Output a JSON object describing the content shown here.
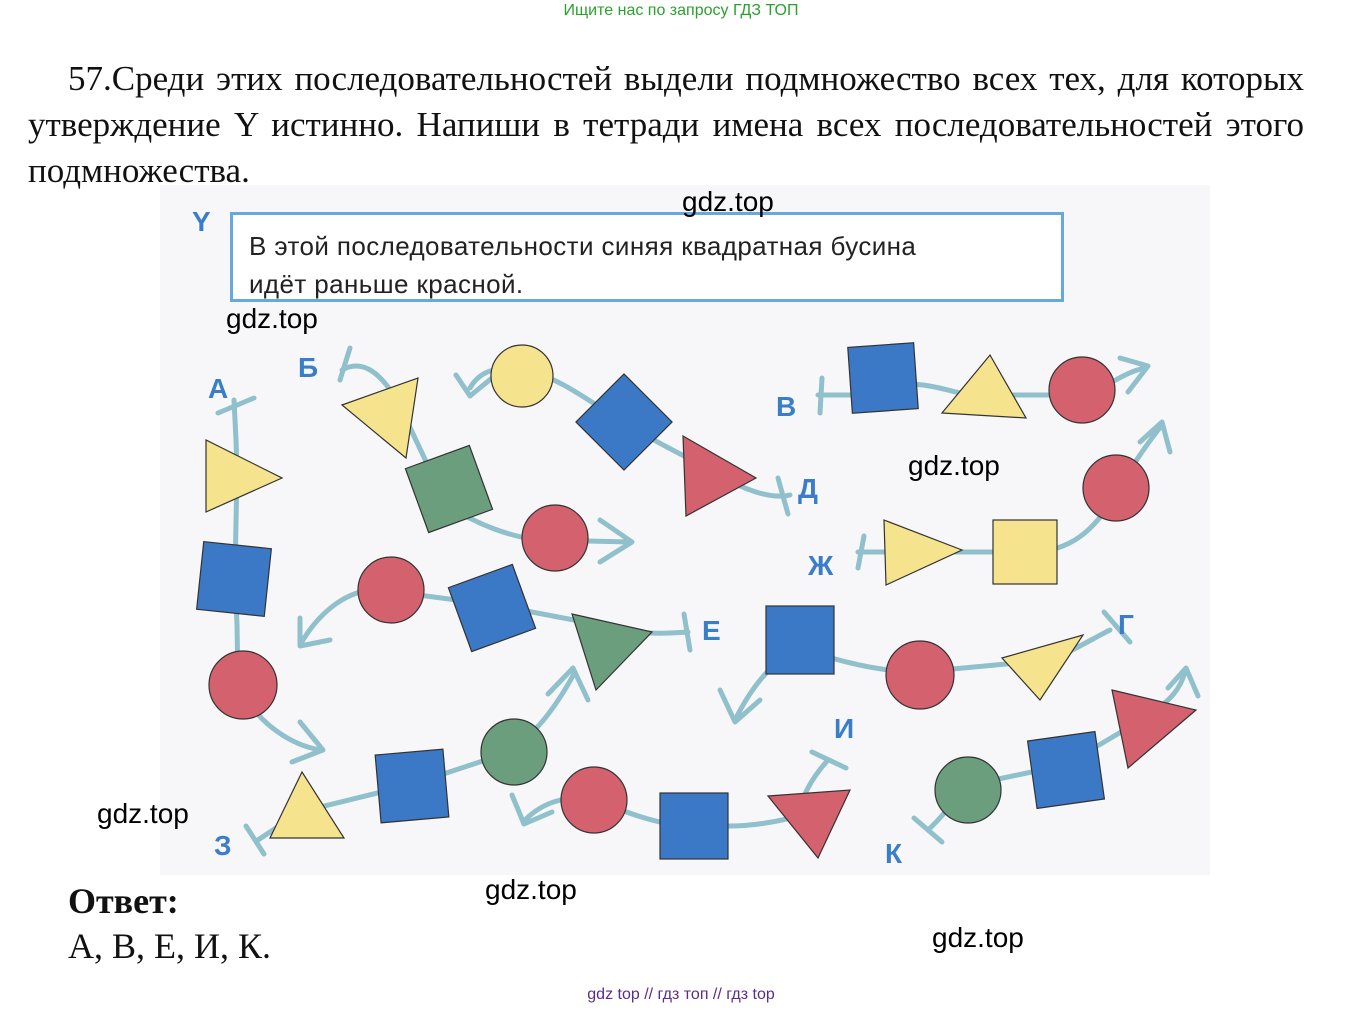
{
  "header_banner": "Ищите нас по запросу ГДЗ ТОП",
  "problem": {
    "number": "57.",
    "text": "Среди этих последовательностей выдели подмножество всех тех, для которых утверждение Y истинно. Напиши в тетради имена всех последовательностей этого подмножества."
  },
  "statement": {
    "letter": "Y",
    "text_line1": "В этой последовательности синяя квадратная бусина",
    "text_line2": "идёт раньше красной."
  },
  "sequence_labels": {
    "a": "А",
    "b": "Б",
    "v": "В",
    "g": "Г",
    "d": "Д",
    "e": "Е",
    "zh": "Ж",
    "z": "З",
    "i": "И",
    "k": "К"
  },
  "watermarks": {
    "w1": "gdz.top",
    "w2": "gdz.top",
    "w3": "gdz.top",
    "w4": "gdz.top",
    "w5": "gdz.top",
    "w6": "gdz.top"
  },
  "answer": {
    "label": "Ответ:",
    "value": "А, В, Е, И, К."
  },
  "footer_banner": "gdz top  //  гдз топ  //  гдз top",
  "colors": {
    "blue": "#3b78c6",
    "red": "#d4616e",
    "yellow": "#f6e38e",
    "green": "#6a9e7d",
    "thread": "#8fc0cb",
    "label": "#3a7dc8"
  }
}
